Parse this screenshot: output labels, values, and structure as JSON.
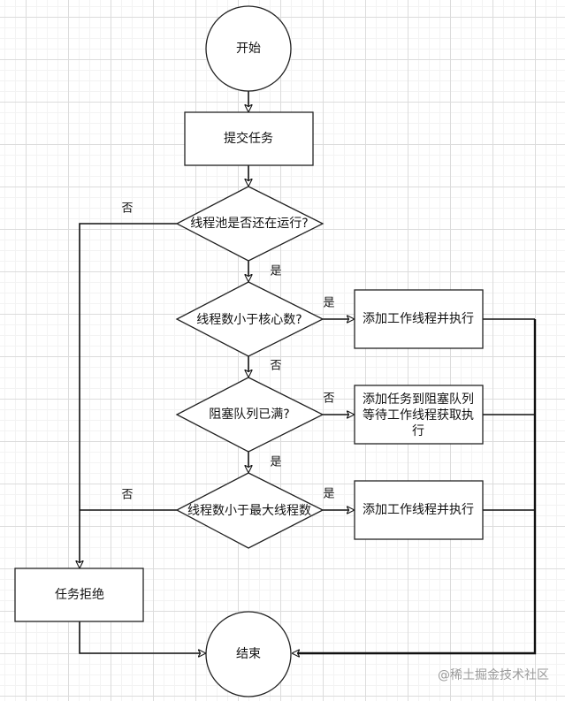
{
  "nodes": {
    "start": "开始",
    "submit": "提交任务",
    "is_running": "线程池是否还在运行?",
    "lt_core": "线程数小于核心数?",
    "add_worker_1": "添加工作线程并执行",
    "queue_full": "阻塞队列已满?",
    "enqueue_lines": [
      "添加任务到阻塞队列",
      "等待工作线程获取执",
      "行"
    ],
    "lt_max": "线程数小于最大线程数",
    "add_worker_2": "添加工作线程并执行",
    "reject": "任务拒绝",
    "end": "结束"
  },
  "edge_labels": {
    "running_no": "否",
    "running_yes": "是",
    "core_yes": "是",
    "core_no": "否",
    "queue_no": "否",
    "queue_yes": "是",
    "max_yes": "是",
    "max_no": "否"
  },
  "watermark": "@稀土掘金技术社区"
}
